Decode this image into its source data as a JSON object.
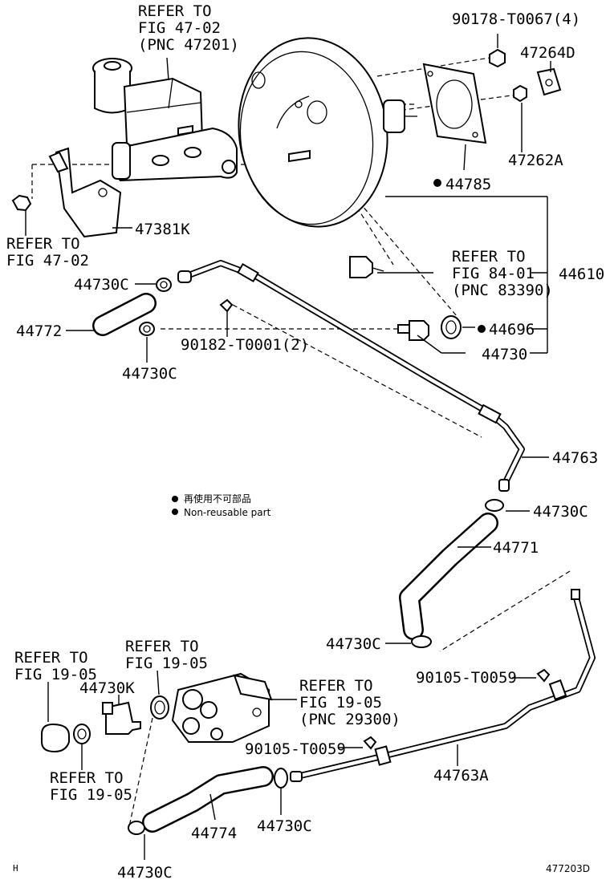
{
  "labels": {
    "refer_4702_pnc": [
      "REFER TO",
      "FIG 47-02",
      "(PNC 47201)"
    ],
    "bolt_90178": "90178-T0067(4)",
    "part_47264D": "47264D",
    "part_47262A": "47262A",
    "part_44785": "44785",
    "part_47381K": "47381K",
    "refer_4702": [
      "REFER TO",
      "FIG 47-02"
    ],
    "refer_8401": [
      "REFER TO",
      "FIG 84-01",
      "(PNC 83390)"
    ],
    "part_44610": "44610",
    "clamp_44730C_a": "44730C",
    "part_44772": "44772",
    "clip_90182": "90182-T0001(2)",
    "part_44696": "44696",
    "part_44730": "44730",
    "clamp_44730C_b": "44730C",
    "part_44763": "44763",
    "clamp_44730C_c": "44730C",
    "part_44771": "44771",
    "clamp_44730C_d": "44730C",
    "bolt_90105_a": "90105-T0059",
    "refer_1905_a": [
      "REFER TO",
      "FIG 19-05"
    ],
    "refer_1905_b": [
      "REFER TO",
      "FIG 19-05"
    ],
    "part_44730K": "44730K",
    "refer_1905_pnc": [
      "REFER TO",
      "FIG 19-05",
      "(PNC 29300)"
    ],
    "bolt_90105_b": "90105-T0059",
    "part_44763A": "44763A",
    "refer_1905_c": [
      "REFER TO",
      "FIG 19-05"
    ],
    "part_44774": "44774",
    "clamp_44730C_e": "44730C",
    "clamp_44730C_f": "44730C"
  },
  "legend": {
    "jp": "再使用不可部品",
    "en": "Non-reusable part"
  },
  "footer": {
    "left_mark": "H",
    "figure_code": "477203D"
  },
  "colors": {
    "line": "#000000",
    "background": "#ffffff"
  }
}
